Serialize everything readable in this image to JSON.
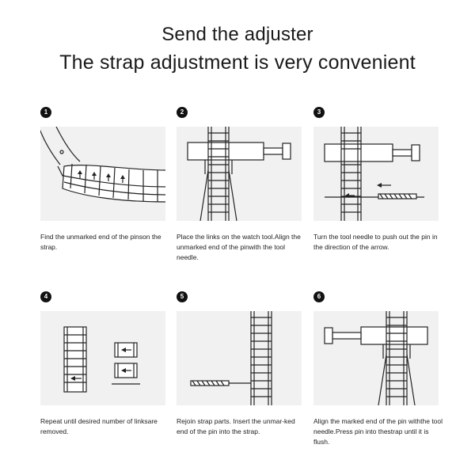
{
  "title": "Send the adjuster",
  "subtitle": "The strap adjustment is very convenient",
  "steps": [
    {
      "number": "1",
      "caption": "Find the unmarked end of the pinson the strap."
    },
    {
      "number": "2",
      "caption": "Place the links on the watch tool.Align the unmarked end of the pinwith the tool needle."
    },
    {
      "number": "3",
      "caption": "Turn the tool needle to push out the pin in the direction of the arrow."
    },
    {
      "number": "4",
      "caption": "Repeat until desired number of linksare removed."
    },
    {
      "number": "5",
      "caption": "Rejoin strap parts. Insert the unmar-ked end of the pin into the strap."
    },
    {
      "number": "6",
      "caption": "Align the marked end of the pin withthe tool needle.Press pin into thestrap until it is flush."
    }
  ],
  "icons": {
    "step1": "curved-strap-pin-arrows-illustration",
    "step2": "strap-on-tool-illustration",
    "step3": "push-pin-arrow-illustration",
    "step4": "removed-links-illustration",
    "step5": "insert-pin-illustration",
    "step6": "press-pin-illustration"
  }
}
